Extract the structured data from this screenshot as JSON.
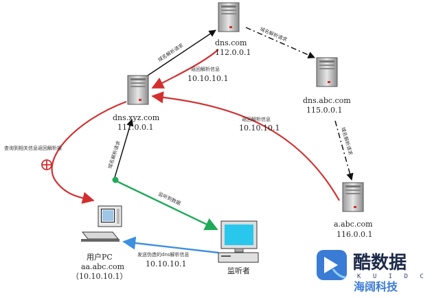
{
  "nodes": {
    "dns_com": {
      "name": "dns.com",
      "ip": "112.0.0.1"
    },
    "dns_abc_com": {
      "name": "dns.abc.com",
      "ip": "115.0.0.1"
    },
    "dns_xyz_com": {
      "name": "dns.xyz.com",
      "ip": "111.0.0.1"
    },
    "a_abc_com": {
      "name": "a.abc.com",
      "ip": "116.0.0.1"
    },
    "user_pc": {
      "name": "用户PC",
      "domain": "aa.abc.com",
      "ip": "（10.10.10.1）"
    },
    "monitor": {
      "name": "监听者"
    }
  },
  "edges": {
    "xyz_to_com": "域名解析请求",
    "com_to_abc": "域名解析请求",
    "abc_to_a": "域名解析请求",
    "pc_to_xyz": "域名解析请求",
    "com_return": {
      "title": "返回解析信息",
      "ip": "10.10.10.1"
    },
    "a_return": {
      "title": "返回解析信息",
      "ip": "10.10.10.1"
    },
    "xyz_to_pc_red": "查询到相关信息返回解析报",
    "monitor_listen": "监听到数据",
    "monitor_fake": {
      "title": "发送伪造的dns解析信息",
      "ip": "10.10.10.1"
    }
  },
  "watermark": {
    "big": "酷数据",
    "mid": "K U I D C",
    "low": "海阔科技"
  },
  "colors": {
    "red_arrow": "#d32f2f",
    "green_arrow": "#1faa59",
    "blue_arrow": "#3d8fe0",
    "logo_blue": "#3a7bd5"
  }
}
